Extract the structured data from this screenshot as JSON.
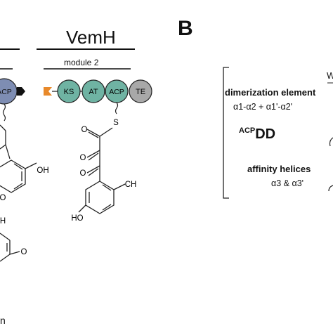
{
  "panel_b_label": "B",
  "header": {
    "title": "VemH",
    "module_label": "module 2"
  },
  "domains": [
    "KS",
    "AT",
    "ACP",
    "TE"
  ],
  "left_domain": "ACP",
  "colors": {
    "teal_domain": "#6fb3a3",
    "gray_domain": "#a8a8a8",
    "blue_domain": "#7e8db3",
    "orange_docking": "#e8892b",
    "black_docking": "#111111"
  },
  "atoms": {
    "S": "S",
    "O": "O",
    "OH": "OH",
    "HO": "HO",
    "CH": "CH",
    "H": "H"
  },
  "dd": {
    "sup": "ACP",
    "base": "DD"
  },
  "dimerization": {
    "title": "dimerization element",
    "helices": "α1-α2 + α1'-α2'"
  },
  "affinity": {
    "title": "affinity helices",
    "helices": "α3 & α3'"
  },
  "fragments": {
    "right_top": "W",
    "bottom_left": "n",
    "left_o": "O"
  }
}
